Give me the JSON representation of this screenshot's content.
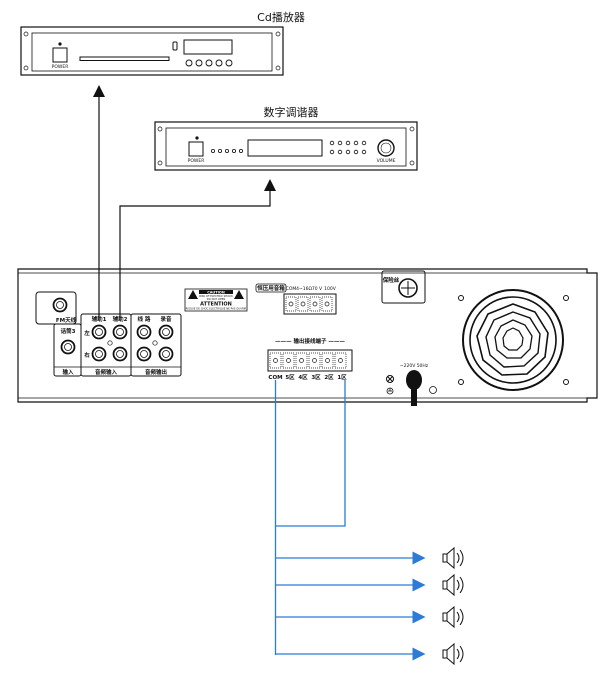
{
  "devices": {
    "cd_player": {
      "title": "Cd播放器",
      "power_label": "POWER"
    },
    "tuner": {
      "title": "数字调谐器",
      "power_label": "POWER",
      "knob_label": "VOLUME"
    }
  },
  "amplifier": {
    "fm_label": "FM天线",
    "input_box": {
      "aux1": "辅助1",
      "aux2": "辅助2",
      "left": "左",
      "right": "右",
      "section_label": "音频输入"
    },
    "mic_box": {
      "mic3": "话筒3",
      "label": "输入"
    },
    "output_box": {
      "line": "线 路",
      "record": "录音",
      "label": "音频输出"
    },
    "caution": {
      "title": "CAUTION",
      "line1": "RISK OF ELECTRIC SHOCK",
      "line2": "DO NOT OPEN",
      "attention": "ATTENTION",
      "line3": "RISQUE DE CHOC ELECTRIQUE NE PAS OUVRIR"
    },
    "constant_terminal": {
      "label": "恒压用音箱",
      "com": "COM",
      "ohm": "4~16Ω",
      "v70": "70 V",
      "v100": "100V"
    },
    "zone_terminal": {
      "label": "——— 输出接线端子 ———",
      "zones": [
        "COM",
        "5区",
        "4区",
        "3区",
        "2区",
        "1区"
      ]
    },
    "fuse_label": "保险丝",
    "power_label": "~220V 50Hz"
  },
  "colors": {
    "wire": "#2b7bd8",
    "line": "#111111"
  }
}
